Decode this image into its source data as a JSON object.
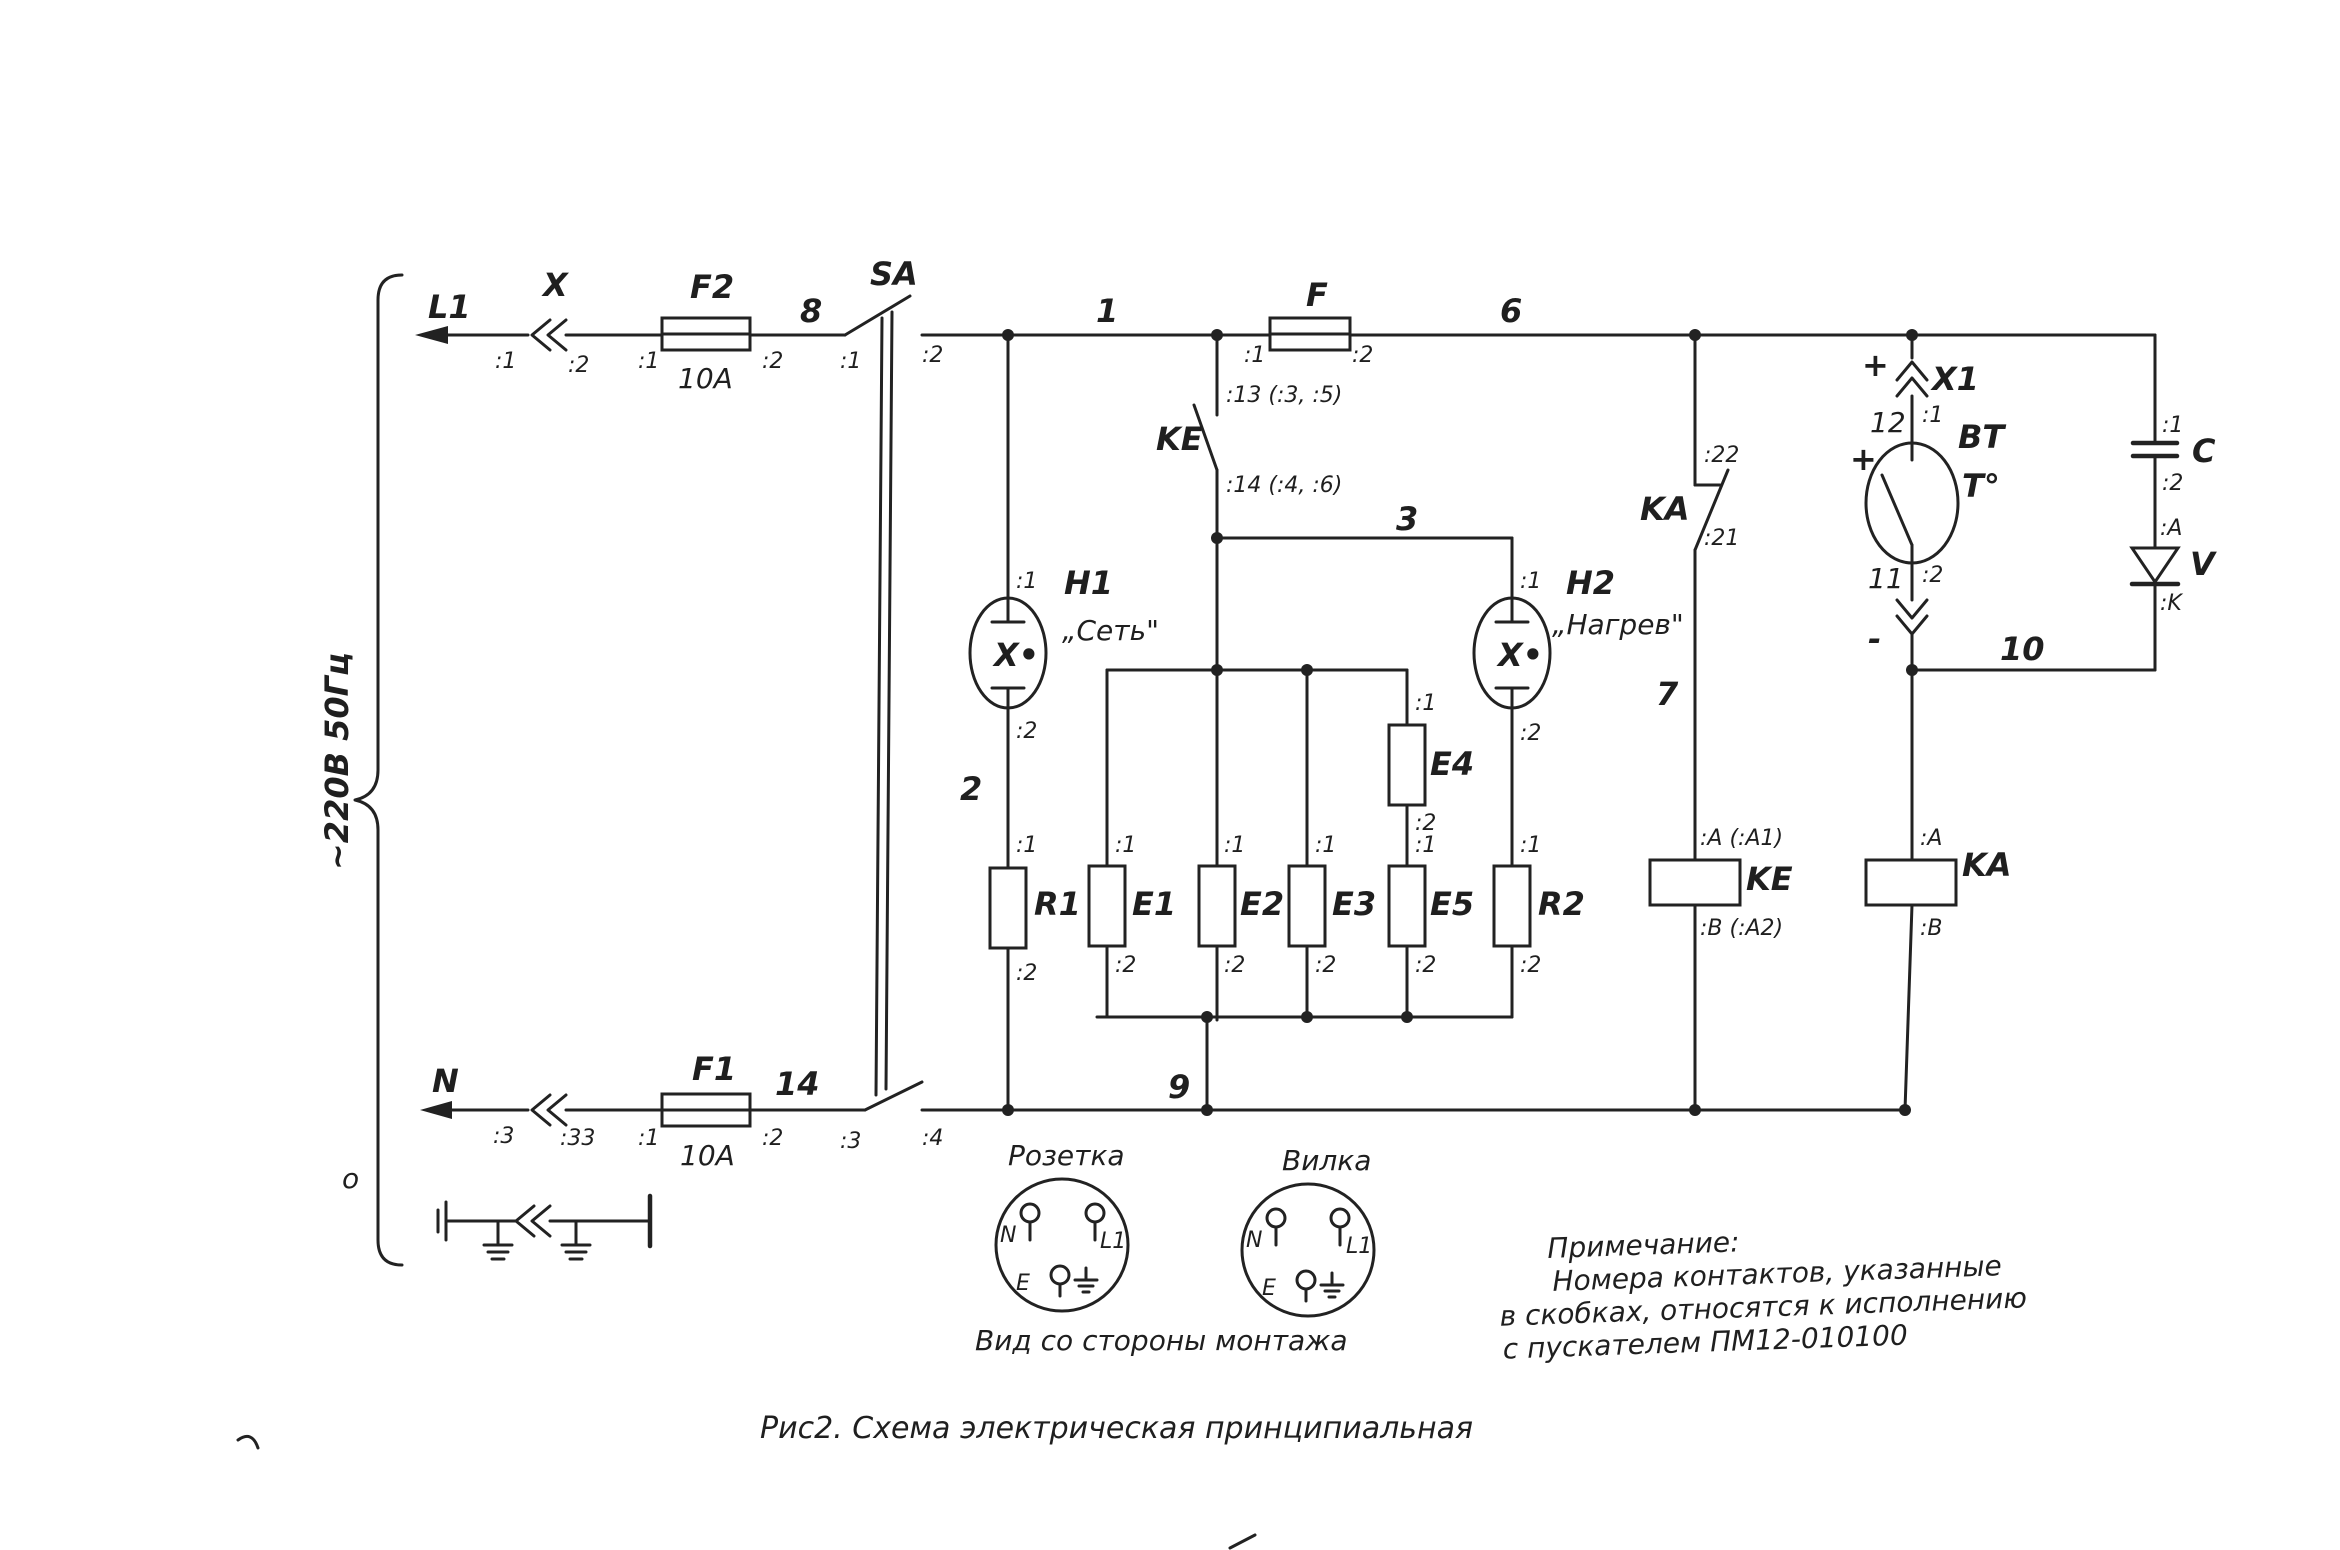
{
  "supply": {
    "voltage": "~220В 50Гц",
    "l1": "L1",
    "n": "N",
    "x": "X",
    "x_pin_l1a": ":1",
    "x_pin_l1b": ":2",
    "x_pin_na": ":3",
    "x_pin_nb": ":33"
  },
  "fuses": {
    "f2": "F2",
    "f2_rating": "10А",
    "f2_p1": ":1",
    "f2_p2": ":2",
    "f1": "F1",
    "f1_rating": "10А",
    "f1_p1": ":1",
    "f1_p2": ":2",
    "f": "F",
    "f_p1": ":1",
    "f_p2": ":2"
  },
  "switch": {
    "sa": "SA",
    "p1": ":1",
    "p2": ":2",
    "p3": ":3",
    "p4": ":4"
  },
  "wires": {
    "w1": "1",
    "w2": "2",
    "w3": "3",
    "w6": "6",
    "w7": "7",
    "w8": "8",
    "w9": "9",
    "w10": "10",
    "w14": "14"
  },
  "ke_contact": {
    "label": "KE",
    "p13": ":13 (:3, :5)",
    "p14": ":14 (:4, :6)"
  },
  "ka_contact": {
    "label": "KA",
    "p22": ":22",
    "p21": ":21"
  },
  "lamps": {
    "h1": "H1",
    "h1_caption": "„Сеть\"",
    "h1_p1": ":1",
    "h1_p2": ":2",
    "h2": "H2",
    "h2_caption": "„Нагрев\"",
    "h2_p1": ":1",
    "h2_p2": ":2"
  },
  "resistors": {
    "r1": "R1",
    "r2": "R2",
    "e1": "E1",
    "e2": "E2",
    "e3": "E3",
    "e4": "E4",
    "e5": "E5",
    "p1": ":1",
    "p2": ":2"
  },
  "coils": {
    "ke": "KE",
    "ke_a": ":A (:A1)",
    "ke_b": ":B (:A2)",
    "ka": "KA",
    "ka_a": ":A",
    "ka_b": ":B"
  },
  "sensor": {
    "x1": "X1",
    "bt": "BT",
    "t": "T°",
    "plus": "+",
    "minus": "-",
    "n12": "12",
    "n11": "11",
    "p1": ":1",
    "p2": ":2"
  },
  "capacitor": {
    "label": "C",
    "p1": ":1",
    "p2": ":2"
  },
  "diode": {
    "label": "V",
    "a": ":A",
    "k": ":K"
  },
  "ground": {
    "o": "o"
  },
  "connectors": {
    "socket_title": "Розетка",
    "plug_title": "Вилка",
    "n": "N",
    "l1": "L1",
    "e": "E",
    "view_note": "Вид со стороны монтажа"
  },
  "note": {
    "title": "Примечание:",
    "line1": "Номера контактов, указанные",
    "line2": "в скобках, относятся к исполнению",
    "line3": "с пускателем ПМ12-010100"
  },
  "caption": "Рис2. Схема электрическая принципиальная"
}
